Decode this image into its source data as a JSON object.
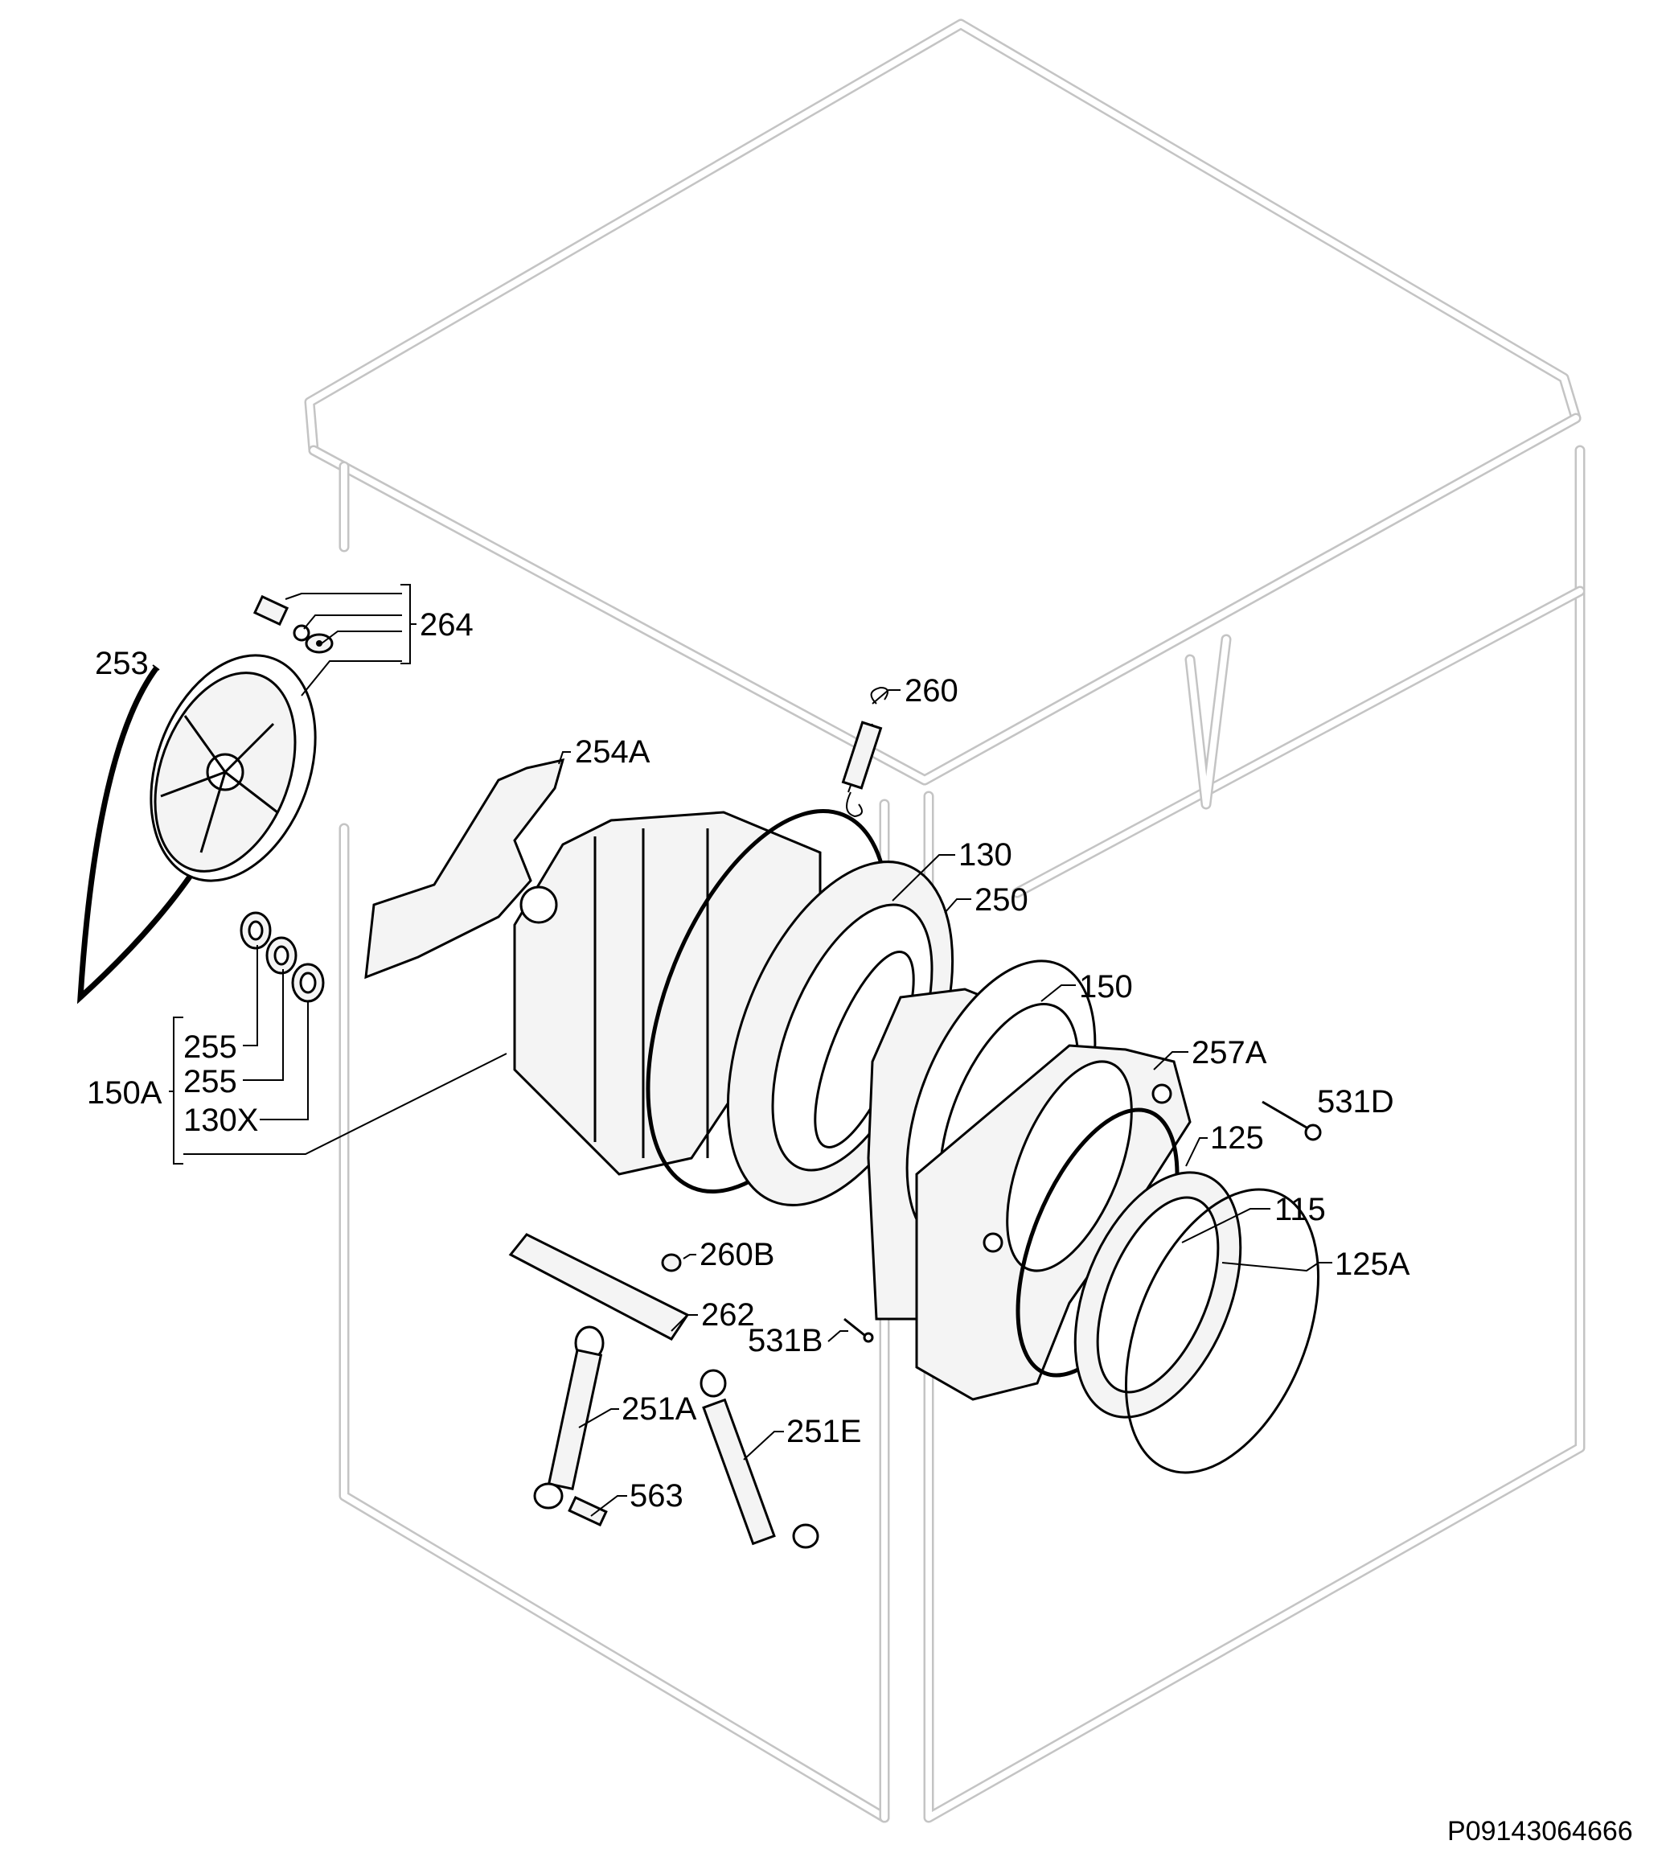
{
  "figure_code": "P09143064666",
  "colors": {
    "cabinet_outline": "#c4c4c4",
    "line": "#000000",
    "part_fill": "#f4f4f4",
    "background": "#ffffff"
  },
  "labels": {
    "p264": "264",
    "p253": "253",
    "p260": "260",
    "p254A": "254A",
    "p130": "130",
    "p250": "250",
    "p150": "150",
    "p257A": "257A",
    "p531D": "531D",
    "p125": "125",
    "p115": "115",
    "p125A": "125A",
    "p255a": "255",
    "p255b": "255",
    "p130X": "130X",
    "p150A": "150A",
    "p260B": "260B",
    "p262": "262",
    "p531B": "531B",
    "p251A": "251A",
    "p251E": "251E",
    "p563": "563"
  }
}
